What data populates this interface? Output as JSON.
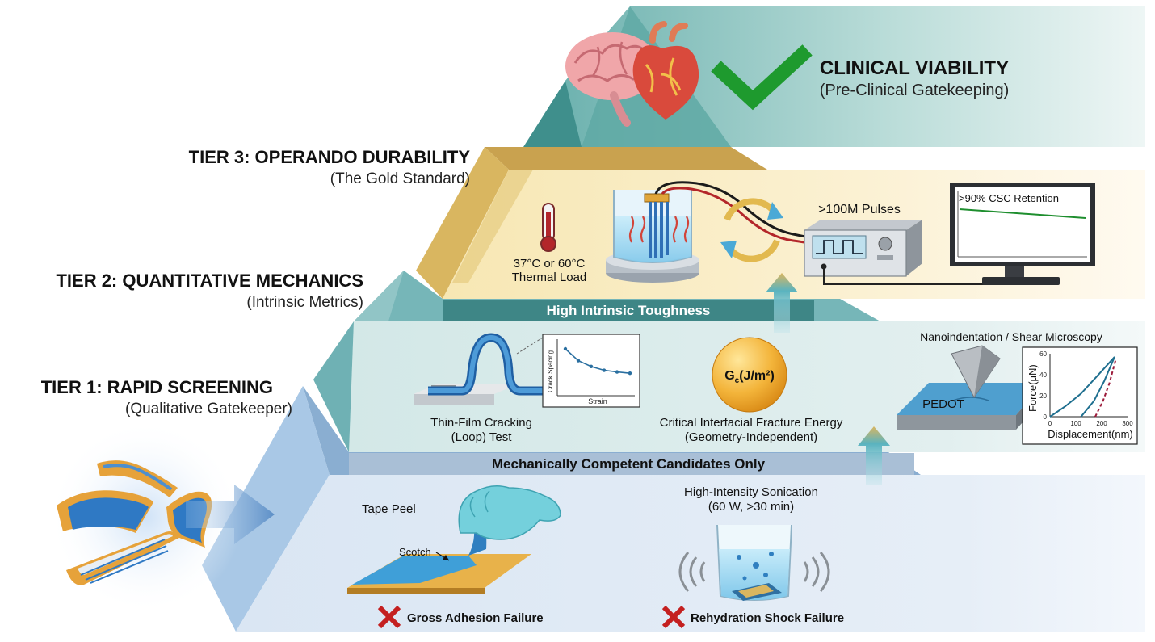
{
  "top": {
    "title": "CLINICAL VIABILITY",
    "subtitle": "(Pre-Clinical Gatekeeping)"
  },
  "tier3": {
    "title": "TIER 3: OPERANDO DURABILITY",
    "subtitle": "(The Gold Standard)",
    "thermal_line1": "37°C or 60°C",
    "thermal_line2": "Thermal Load",
    "pulses_label": ">100M Pulses",
    "monitor_label": ">90% CSC Retention",
    "band_label": "High Intrinsic Toughness"
  },
  "tier2": {
    "title": "TIER 2: QUANTITATIVE MECHANICS",
    "subtitle": "(Intrinsic Metrics)",
    "loop_line1": "Thin-Film Cracking",
    "loop_line2": "(Loop) Test",
    "loop_chart": {
      "ylabel": "Crack Spacing",
      "xlabel": "Strain"
    },
    "gc_sym": "G",
    "gc_sub": "c",
    "gc_unit": "(J/m²)",
    "fracture_line1": "Critical Interfacial Fracture Energy",
    "fracture_line2": "(Geometry-Independent)",
    "nano_label": "Nanoindentation / Shear Microscopy",
    "pedot_label": "PEDOT",
    "band_label": "Mechanically Competent Candidates Only"
  },
  "tier1": {
    "title": "TIER 1: RAPID SCREENING",
    "subtitle": "(Qualitative Gatekeeper)",
    "tape_label": "Tape Peel",
    "scotch_label": "Scotch",
    "sonication_line1": "High-Intensity Sonication",
    "sonication_line2": "(60 W, >30 min)",
    "fail1": "Gross Adhesion Failure",
    "fail2": "Rehydration Shock Failure"
  },
  "colors": {
    "teal": "#4fa3a3",
    "gold": "#d9b660",
    "cream": "#faf0cc",
    "blue_light": "#dfe9f5",
    "band": "#9bb6d0",
    "success": "#1e9a2e",
    "fail": "#c42020"
  },
  "chart_data": [
    {
      "type": "line",
      "xlabel": "Strain",
      "ylabel": "Crack Spacing",
      "series": [
        {
          "values": [
            1.0,
            0.72,
            0.58,
            0.49,
            0.45,
            0.42
          ]
        }
      ]
    },
    {
      "type": "line",
      "xlabel": "Displacement(nm)",
      "ylabel": "Force(μN)",
      "xlim": [
        0,
        300
      ],
      "ylim": [
        0,
        60
      ],
      "xticks": [
        "0",
        "100",
        "200",
        "300"
      ],
      "yticks": [
        "0",
        "20",
        "40",
        "60"
      ],
      "series": [
        {
          "x": [
            0,
            60,
            120,
            180,
            250
          ],
          "y": [
            0,
            10,
            22,
            38,
            57
          ]
        },
        {
          "x": [
            120,
            170,
            210,
            250
          ],
          "y": [
            0,
            15,
            34,
            57
          ]
        },
        {
          "x": [
            175,
            205,
            230,
            255
          ],
          "y": [
            0,
            15,
            32,
            55
          ]
        }
      ]
    }
  ]
}
